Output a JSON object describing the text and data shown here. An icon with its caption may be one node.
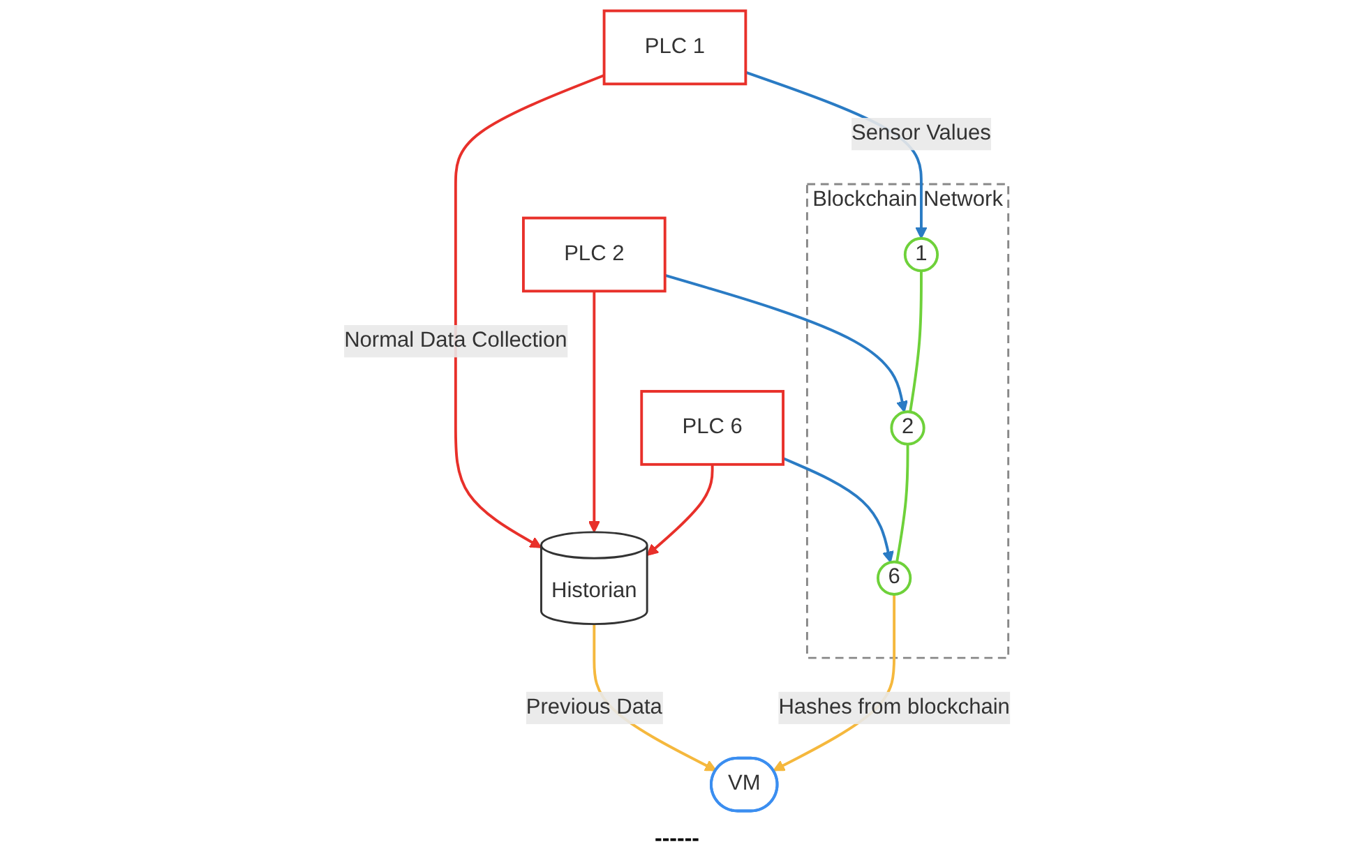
{
  "diagram": {
    "nodes": [
      {
        "text": [
          "Historian"
        ]
      },
      {
        "text": [
          "VM"
        ]
      },
      {
        "text": [
          "PLC 1"
        ]
      },
      {
        "text": [
          "PLC 2"
        ]
      },
      {
        "text": [
          "PLC 6"
        ]
      },
      {
        "text": [
          "Blockchain Network"
        ]
      },
      {
        "text": [
          "1"
        ],
        "in": 5
      },
      {
        "text": [
          "2"
        ],
        "in": 5
      },
      {
        "text": [
          "6"
        ],
        "in": 5
      }
    ],
    "edges": [
      {
        "from": 0,
        "to": 1,
        "arrow": "to",
        "label": "Previous Data",
        "color": "#f5b83d"
      },
      {
        "from": 2,
        "to": 0,
        "arrow": "to",
        "label": "Normal Data Collection",
        "color": "#e8302a"
      },
      {
        "from": 3,
        "to": 0,
        "arrow": "to",
        "color": "#e8302a"
      },
      {
        "from": 4,
        "to": 0,
        "arrow": "to",
        "color": "#e8302a"
      },
      {
        "from": 2,
        "to": 6,
        "arrow": "to",
        "label": "Sensor Values",
        "color": "#2a7bc4"
      },
      {
        "from": 3,
        "to": 7,
        "arrow": "to",
        "color": "#2a7bc4"
      },
      {
        "from": 4,
        "to": 8,
        "arrow": "to",
        "color": "#2a7bc4"
      },
      {
        "from": 6,
        "to": 7,
        "arrow": "none",
        "color": "#6ed13a"
      },
      {
        "from": 7,
        "to": 8,
        "arrow": "none",
        "color": "#6ed13a"
      },
      {
        "from": 8,
        "to": 1,
        "arrow": "to",
        "label": "Hashes from blockchain",
        "color": "#f5b83d"
      }
    ],
    "labels": [
      "------"
    ]
  }
}
